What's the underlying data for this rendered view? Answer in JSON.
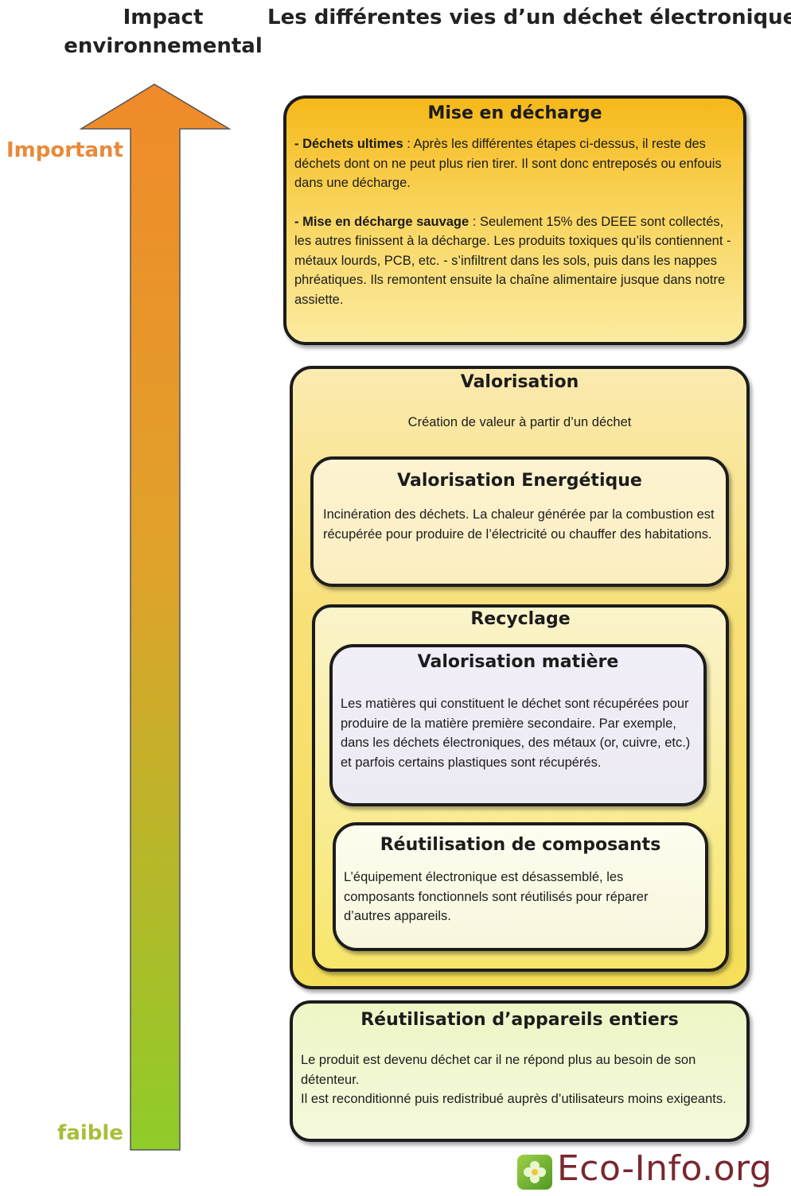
{
  "axis": {
    "title": "Impact environnemental",
    "high_label": "Important",
    "low_label": "faible",
    "gradient_top": "#f08a2a",
    "gradient_bottom": "#8fcc2a"
  },
  "title": "Les différentes vies d’un déchet électronique",
  "landfill": {
    "title": "Mise en décharge",
    "item1_term": "- Déchets ultimes",
    "item1_text": " : Après les différentes étapes ci-dessus, il reste des déchets dont on ne peut plus rien tirer. Il sont donc entreposés ou enfouis dans une décharge.",
    "item2_term": "- Mise en décharge sauvage",
    "item2_text": " : Seulement 15% des DEEE sont collectés, les autres finissent à la décharge. Les produits toxiques qu’ils contiennent - métaux lourds, PCB, etc. - s’infiltrent dans les sols, puis dans les nappes phréatiques. Ils remontent ensuite la chaîne alimentaire jusque dans notre assiette."
  },
  "recovery": {
    "title": "Valorisation",
    "subtitle": "Création de valeur à partir d’un déchet",
    "energy": {
      "title": "Valorisation Energétique",
      "text": "Incinération des déchets. La chaleur générée par la combustion est récupérée pour produire de l’électricité ou chauffer des habitations."
    },
    "recycling": {
      "title": "Recyclage",
      "material": {
        "title": "Valorisation matière",
        "text": "Les matières qui constituent le déchet sont récupérées pour produire de la matière première secondaire. Par exemple, dans les déchets électroniques, des métaux (or, cuivre, etc.) et parfois certains plastiques sont récupérés."
      },
      "components": {
        "title": "Réutilisation de composants",
        "text": "L’équipement électronique est désassemblé, les composants fonctionnels sont réutilisés pour réparer d’autres appareils."
      }
    }
  },
  "reuse": {
    "title": "Réutilisation d’appareils entiers",
    "line1": "Le produit est devenu déchet car il ne répond plus au besoin de son détenteur.",
    "line2": "Il est reconditionné puis redistribué auprès d’utilisateurs moins exigeants."
  },
  "logo": {
    "text": "Eco-Info.org",
    "icon": "flower-icon"
  }
}
